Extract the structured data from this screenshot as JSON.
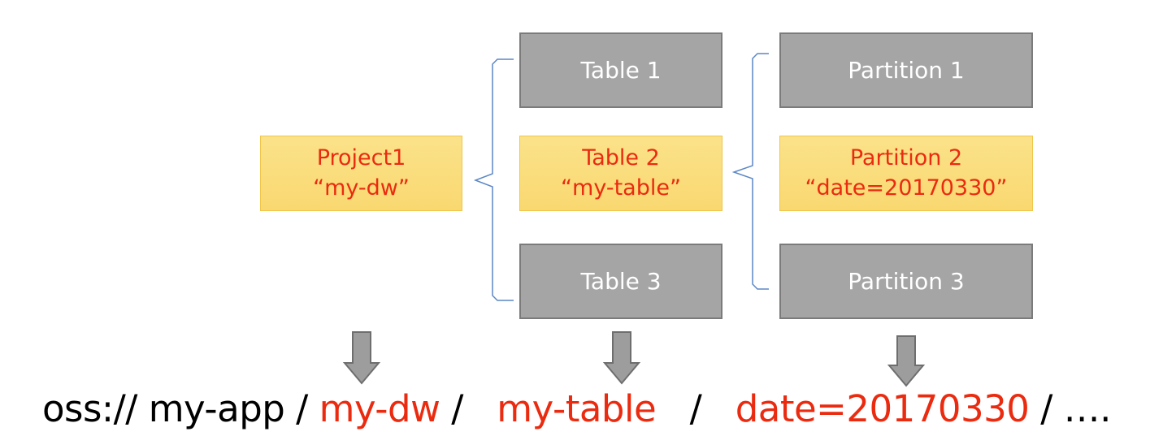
{
  "colors": {
    "gray_fill": "#a5a5a5",
    "gray_border": "#7b7b7b",
    "yellow_fill": "#fbe28a",
    "highlight_red": "#ea2b10",
    "bracket_blue": "#5b87c6",
    "arrow_gray": "#9d9d9d"
  },
  "project": {
    "line1": "Project1",
    "line2": "“my-dw”"
  },
  "tables": [
    {
      "label": "Table 1",
      "highlighted": false
    },
    {
      "line1": "Table 2",
      "line2": "“my-table”",
      "highlighted": true
    },
    {
      "label": "Table 3",
      "highlighted": false
    }
  ],
  "partitions": [
    {
      "label": "Partition 1",
      "highlighted": false
    },
    {
      "line1": "Partition 2",
      "line2": "“date=20170330”",
      "highlighted": true
    },
    {
      "label": "Partition 3",
      "highlighted": false
    }
  ],
  "path": {
    "prefix": "oss:// my-app / ",
    "project": "my-dw",
    "sep1": " /   ",
    "table": "my-table",
    "sep2": "   /   ",
    "partition": "date=20170330",
    "suffix": " / …."
  }
}
